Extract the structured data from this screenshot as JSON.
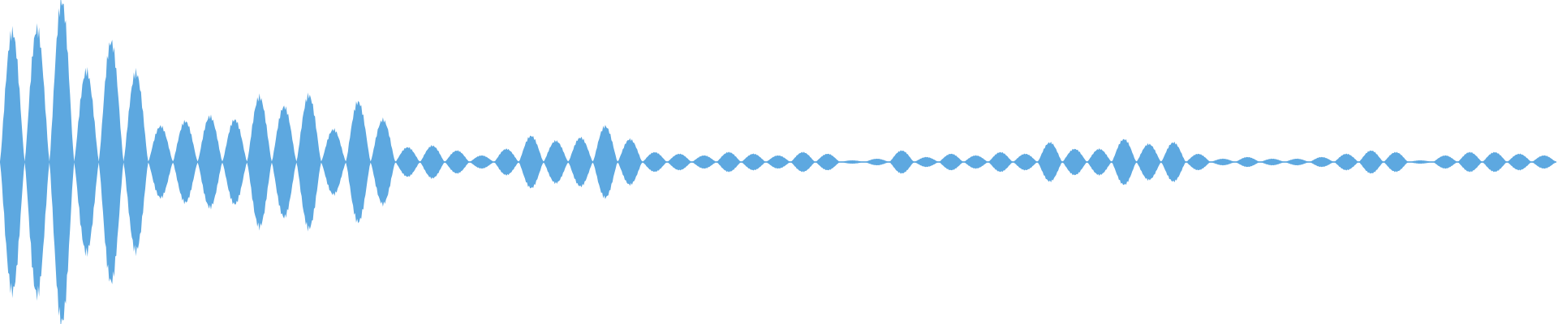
{
  "waveform": {
    "color": "#5DA8E0",
    "background": "#FFFFFF",
    "amplitude_scale": "linear",
    "envelope_segments": [
      {
        "peak": 0.8
      },
      {
        "peak": 0.82
      },
      {
        "peak": 0.99
      },
      {
        "peak": 0.56
      },
      {
        "peak": 0.74
      },
      {
        "peak": 0.55
      },
      {
        "peak": 0.22
      },
      {
        "peak": 0.25
      },
      {
        "peak": 0.28
      },
      {
        "peak": 0.26
      },
      {
        "peak": 0.4
      },
      {
        "peak": 0.34
      },
      {
        "peak": 0.41
      },
      {
        "peak": 0.2
      },
      {
        "peak": 0.37
      },
      {
        "peak": 0.26
      },
      {
        "peak": 0.09
      },
      {
        "peak": 0.1
      },
      {
        "peak": 0.07
      },
      {
        "peak": 0.04
      },
      {
        "peak": 0.08
      },
      {
        "peak": 0.16
      },
      {
        "peak": 0.13
      },
      {
        "peak": 0.15
      },
      {
        "peak": 0.22
      },
      {
        "peak": 0.14
      },
      {
        "peak": 0.06
      },
      {
        "peak": 0.05
      },
      {
        "peak": 0.04
      },
      {
        "peak": 0.06
      },
      {
        "peak": 0.05
      },
      {
        "peak": 0.04
      },
      {
        "peak": 0.06
      },
      {
        "peak": 0.05
      },
      {
        "peak": 0.01
      },
      {
        "peak": 0.02
      },
      {
        "peak": 0.07
      },
      {
        "peak": 0.03
      },
      {
        "peak": 0.05
      },
      {
        "peak": 0.04
      },
      {
        "peak": 0.06
      },
      {
        "peak": 0.05
      },
      {
        "peak": 0.12
      },
      {
        "peak": 0.08
      },
      {
        "peak": 0.08
      },
      {
        "peak": 0.14
      },
      {
        "peak": 0.11
      },
      {
        "peak": 0.12
      },
      {
        "peak": 0.05
      },
      {
        "peak": 0.02
      },
      {
        "peak": 0.03
      },
      {
        "peak": 0.02
      },
      {
        "peak": 0.02
      },
      {
        "peak": 0.03
      },
      {
        "peak": 0.05
      },
      {
        "peak": 0.07
      },
      {
        "peak": 0.06
      },
      {
        "peak": 0.01
      },
      {
        "peak": 0.04
      },
      {
        "peak": 0.06
      },
      {
        "peak": 0.06
      },
      {
        "peak": 0.05
      },
      {
        "peak": 0.04
      }
    ]
  }
}
